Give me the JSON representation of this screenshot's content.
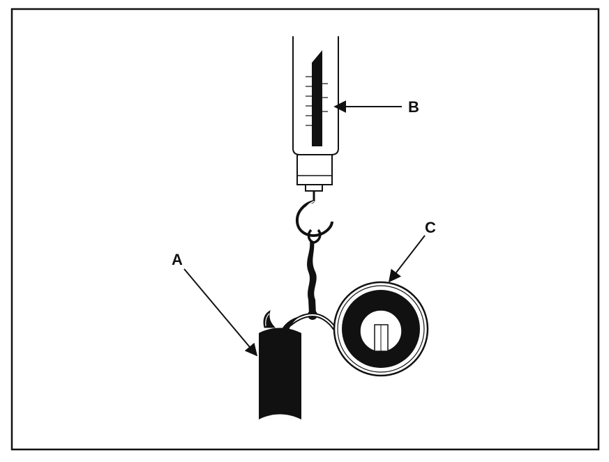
{
  "diagram": {
    "callouts": {
      "a": "A",
      "b": "B",
      "c": "C"
    },
    "components": {
      "a": "wire-end",
      "b": "spring-scale",
      "c": "spiral-spring-reel"
    },
    "colors": {
      "ink": "#111111",
      "paper": "#ffffff"
    }
  }
}
